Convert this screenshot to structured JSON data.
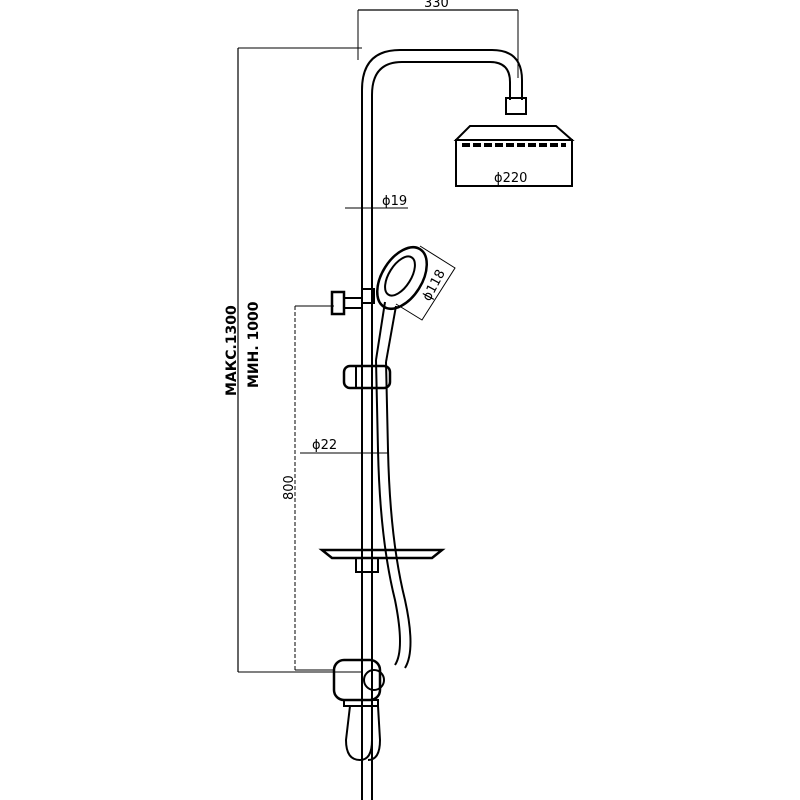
{
  "dimensions": {
    "width_330": "330",
    "head_dia": "ϕ220",
    "pipe_dia": "ϕ19",
    "hand_dia": "ϕ118",
    "bar_dia": "ϕ22",
    "height_max": "МАКС.1300",
    "height_min": "МИН. 1000",
    "height_800": "800"
  }
}
